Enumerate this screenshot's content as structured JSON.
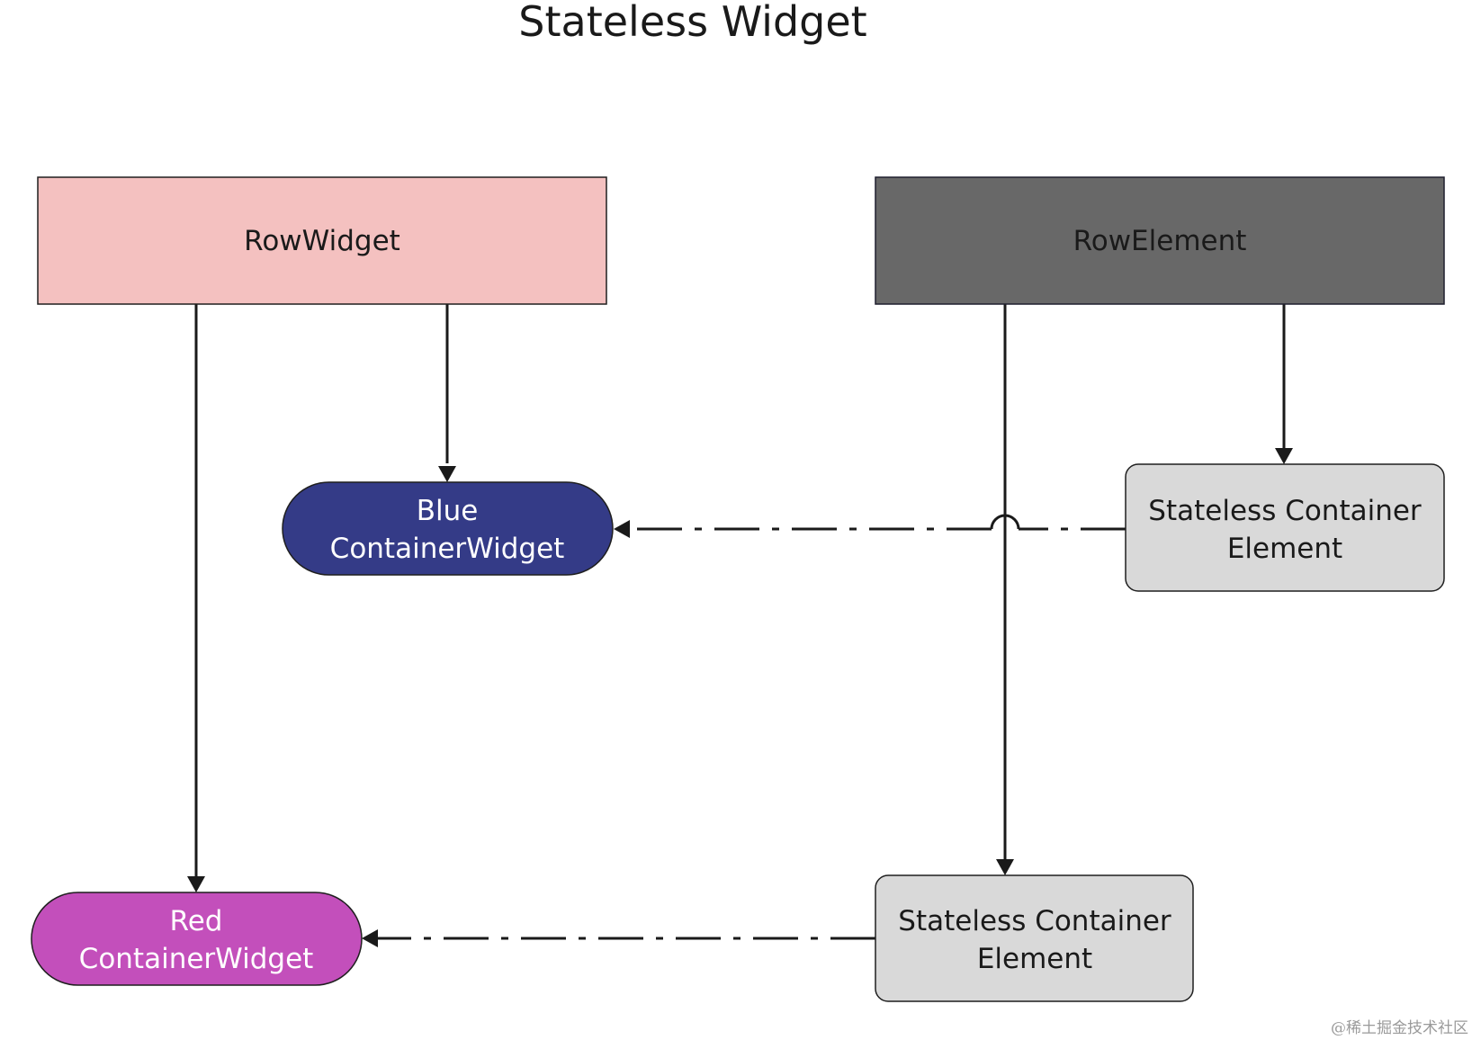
{
  "title": "Stateless Widget",
  "nodes": {
    "row_widget": {
      "label": "RowWidget"
    },
    "row_element": {
      "label": "RowElement"
    },
    "blue_container_widget": {
      "line1": "Blue",
      "line2": "ContainerWidget"
    },
    "red_container_widget": {
      "line1": "Red",
      "line2": "ContainerWidget"
    },
    "stateless_element_top": {
      "line1": "Stateless Container",
      "line2": "Element"
    },
    "stateless_element_bottom": {
      "line1": "Stateless Container",
      "line2": "Element"
    }
  },
  "colors": {
    "row_widget_fill": "#f4c1c0",
    "row_element_fill": "#686868",
    "blue_widget_fill": "#343b87",
    "red_widget_fill": "#c34fbb",
    "element_fill": "#d9d9d9",
    "stroke": "#1f1f1f",
    "line": "#1a1a1a"
  },
  "watermark": "@稀土掘金技术社区"
}
